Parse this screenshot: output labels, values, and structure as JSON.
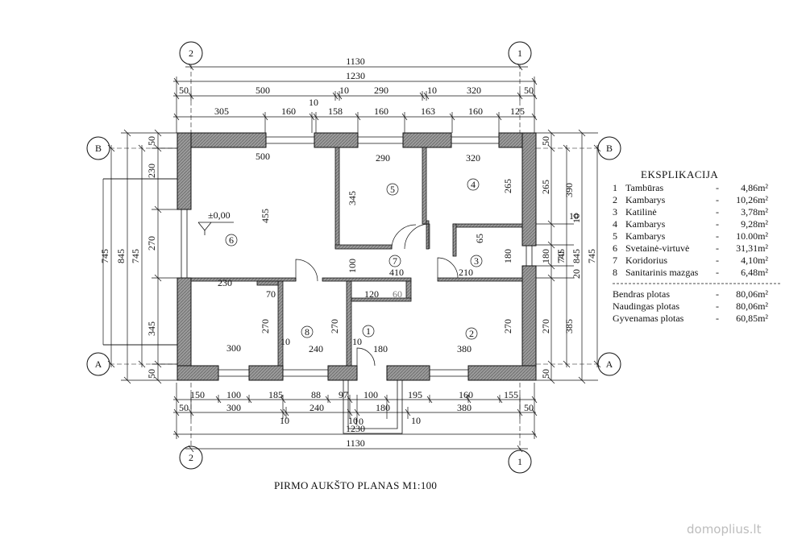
{
  "title": "PIRMO AUKŠTO PLANAS M1:100",
  "elevation_mark": "±0,00",
  "axes": {
    "top_left": "2",
    "top_right": "1",
    "bottom_left": "2",
    "bottom_right": "1",
    "left_top": "B",
    "left_bottom": "A",
    "right_top": "B",
    "right_bottom": "A"
  },
  "top_dims": {
    "overall_outer": "1130",
    "overall_inner": "1230",
    "row3": [
      "50",
      "500",
      "10",
      "290",
      "10",
      "320",
      "50"
    ],
    "row4": [
      "305",
      "160",
      "10",
      "158",
      "160",
      "163",
      "160",
      "125"
    ]
  },
  "bottom_dims": {
    "row1": [
      "150",
      "100",
      "185",
      "88",
      "97",
      "100",
      "195",
      "160",
      "155"
    ],
    "row2": [
      "50",
      "300",
      "10",
      "240",
      "10",
      "180",
      "10",
      "380",
      "50"
    ],
    "overall_inner": "1230",
    "overall_outer": "1130"
  },
  "left_dims": {
    "outer": [
      "745",
      "845",
      "745"
    ],
    "inner": [
      "50",
      "230",
      "270",
      "345",
      "50"
    ]
  },
  "right_dims": {
    "outer": [
      "745",
      "845",
      "745"
    ],
    "inner_a": [
      "50",
      "265",
      "10",
      "180",
      "20",
      "270",
      "50"
    ],
    "inner_b": [
      "390",
      "70",
      "385"
    ]
  },
  "interior_dims": [
    "500",
    "290",
    "320",
    "455",
    "345",
    "265",
    "65",
    "180",
    "230",
    "70",
    "100",
    "410",
    "120",
    "60",
    "210",
    "270",
    "270",
    "270",
    "300",
    "240",
    "180",
    "380",
    "10",
    "10",
    "10",
    "10"
  ],
  "rooms": [
    "1",
    "2",
    "3",
    "4",
    "5",
    "6",
    "7",
    "8"
  ],
  "explication": {
    "header": "EKSPLIKACIJA",
    "items": [
      {
        "num": "1",
        "name": "Tambūras",
        "dash": "-",
        "area": "4,86m²"
      },
      {
        "num": "2",
        "name": "Kambarys",
        "dash": "-",
        "area": "10,26m²"
      },
      {
        "num": "3",
        "name": "Katilinė",
        "dash": "-",
        "area": "3,78m²"
      },
      {
        "num": "4",
        "name": "Kambarys",
        "dash": "-",
        "area": "9,28m²"
      },
      {
        "num": "5",
        "name": "Kambarys",
        "dash": "-",
        "area": "10.00m²"
      },
      {
        "num": "6",
        "name": "Svetainė-virtuvė",
        "dash": "-",
        "area": "31,31m²"
      },
      {
        "num": "7",
        "name": "Koridorius",
        "dash": "-",
        "area": "4,10m²"
      },
      {
        "num": "8",
        "name": "Sanitarinis mazgas",
        "dash": "-",
        "area": "6,48m²"
      }
    ],
    "totals": [
      {
        "name": "Bendras plotas",
        "dash": "-",
        "area": "80,06m²"
      },
      {
        "name": "Naudingas plotas",
        "dash": "-",
        "area": "80,06m²"
      },
      {
        "name": "Gyvenamas plotas",
        "dash": "-",
        "area": "60,85m²"
      }
    ]
  },
  "watermark": "domoplius.lt",
  "colors": {
    "ink": "#111111",
    "wall_fill": "#8a8a8a",
    "watermark": "#bdbdbd"
  }
}
